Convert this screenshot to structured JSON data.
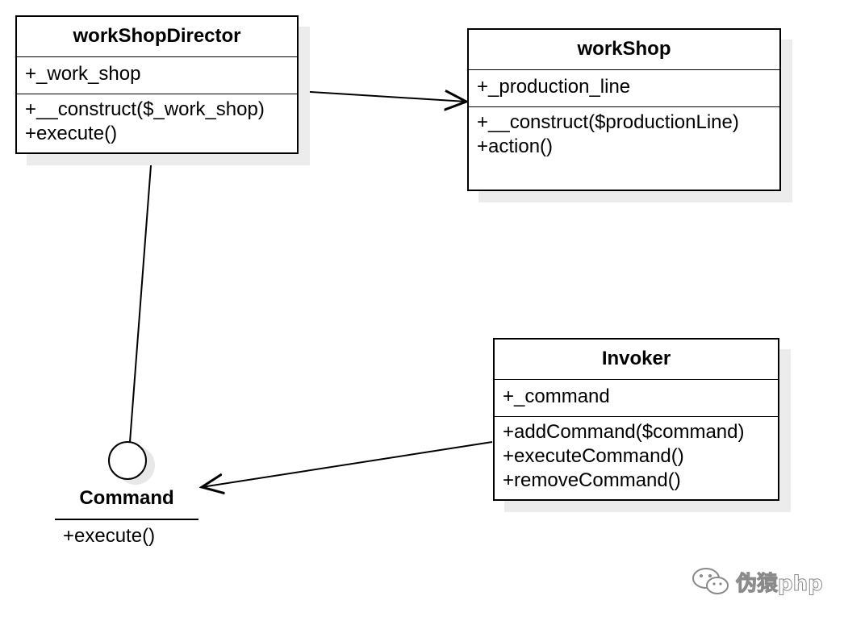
{
  "classes": {
    "director": {
      "name": "workShopDirector",
      "attributes": [
        "+_work_shop"
      ],
      "methods": [
        "+__construct($_work_shop)",
        "+execute()"
      ]
    },
    "workshop": {
      "name": "workShop",
      "attributes": [
        "+_production_line"
      ],
      "methods": [
        "+__construct($productionLine)",
        "+action()"
      ]
    },
    "invoker": {
      "name": "Invoker",
      "attributes": [
        "+_command"
      ],
      "methods": [
        "+addCommand($command)",
        "+executeCommand()",
        "+removeCommand()"
      ]
    }
  },
  "interface": {
    "name": "Command",
    "methods": [
      "+execute()"
    ]
  },
  "watermark": {
    "text": "伪猿php",
    "icon": "wechat-icon",
    "color": "#9a9a9a"
  }
}
